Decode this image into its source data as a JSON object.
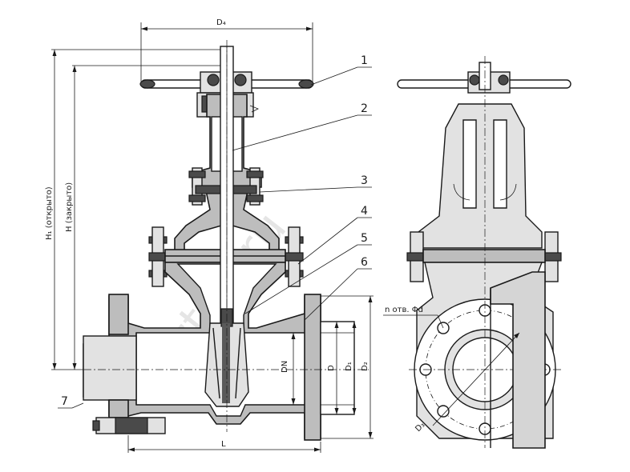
{
  "dimensions": {
    "d4": "D₄",
    "h1": "H₁ (открыто)",
    "h": "H (закрыто)",
    "dn": "DN",
    "d": "D",
    "d1": "D₁",
    "d2": "D₂",
    "l": "L",
    "bolt_holes": "n отв. Φd",
    "d3": "D₃"
  },
  "callouts": [
    "1",
    "2",
    "3",
    "4",
    "5",
    "6",
    "7"
  ],
  "watermark": "sztpa.ru"
}
